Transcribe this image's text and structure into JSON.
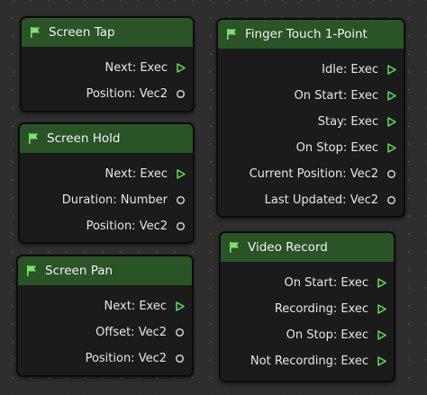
{
  "nodes": {
    "screen_tap": {
      "title": "Screen Tap",
      "ports": [
        {
          "label": "Next: Exec",
          "kind": "exec"
        },
        {
          "label": "Position: Vec2",
          "kind": "data"
        }
      ]
    },
    "screen_hold": {
      "title": "Screen Hold",
      "ports": [
        {
          "label": "Next: Exec",
          "kind": "exec"
        },
        {
          "label": "Duration: Number",
          "kind": "data"
        },
        {
          "label": "Position: Vec2",
          "kind": "data"
        }
      ]
    },
    "screen_pan": {
      "title": "Screen Pan",
      "ports": [
        {
          "label": "Next: Exec",
          "kind": "exec"
        },
        {
          "label": "Offset: Vec2",
          "kind": "data"
        },
        {
          "label": "Position: Vec2",
          "kind": "data"
        }
      ]
    },
    "finger_touch": {
      "title": "Finger Touch 1-Point",
      "ports": [
        {
          "label": "Idle: Exec",
          "kind": "exec"
        },
        {
          "label": "On Start: Exec",
          "kind": "exec"
        },
        {
          "label": "Stay: Exec",
          "kind": "exec"
        },
        {
          "label": "On Stop: Exec",
          "kind": "exec"
        },
        {
          "label": "Current Position: Vec2",
          "kind": "data"
        },
        {
          "label": "Last Updated: Vec2",
          "kind": "data"
        }
      ]
    },
    "video_record": {
      "title": "Video Record",
      "ports": [
        {
          "label": "On Start: Exec",
          "kind": "exec"
        },
        {
          "label": "Recording: Exec",
          "kind": "exec"
        },
        {
          "label": "On Stop: Exec",
          "kind": "exec"
        },
        {
          "label": "Not Recording: Exec",
          "kind": "exec"
        }
      ]
    }
  },
  "icons": {
    "header": "flag-icon",
    "exec_port": "exec-triangle-icon",
    "data_port": "data-circle-icon"
  },
  "colors": {
    "canvas": "#2e2e2e",
    "node_body": "#1b1b1b",
    "node_header": "#2a5327",
    "exec_port": "#5fe05a",
    "data_port": "#d0d0d0",
    "text": "#e6e6e6"
  }
}
